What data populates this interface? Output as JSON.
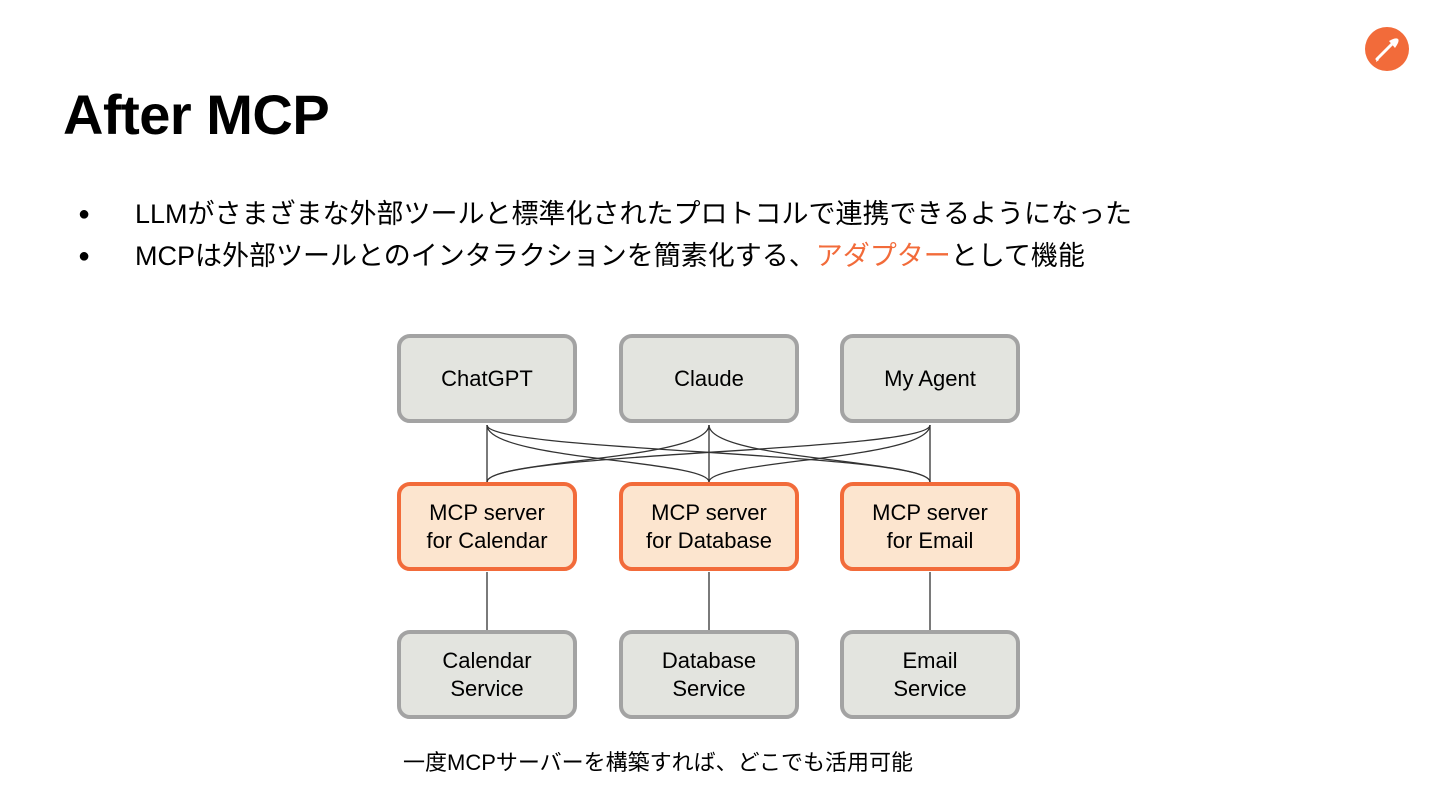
{
  "slide": {
    "title": "After MCP",
    "bullets": [
      {
        "text": "LLMがさまざまな外部ツールと標準化されたプロトコルで連携できるようになった"
      },
      {
        "text_before": "MCPは外部ツールとのインタラクションを簡素化する、",
        "highlight": "アダプター",
        "text_after": "として機能"
      }
    ],
    "bullet_glyph": "●",
    "caption": "一度MCPサーバーを構築すれば、どこでも活用可能"
  },
  "diagram": {
    "clients": [
      "ChatGPT",
      "Claude",
      "My Agent"
    ],
    "servers": [
      "MCP server\nfor Calendar",
      "MCP server\nfor Database",
      "MCP server\nfor Email"
    ],
    "services": [
      "Calendar\nService",
      "Database\nService",
      "Email\nService"
    ]
  },
  "colors": {
    "accent": "#f26b3a",
    "server_fill": "#fce5cf",
    "neutral_fill": "#e3e4df",
    "neutral_border": "#a3a3a3"
  },
  "icons": {
    "logo": "postman-rocket-icon"
  }
}
